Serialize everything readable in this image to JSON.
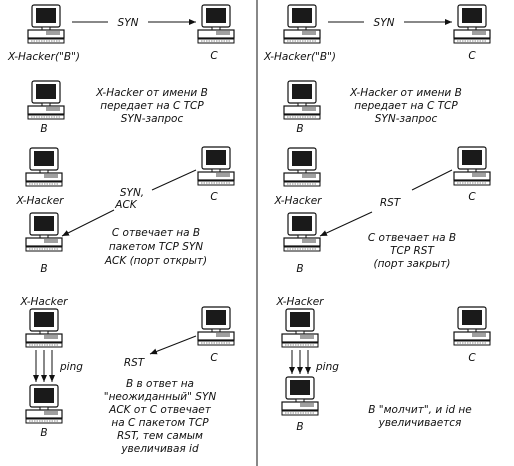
{
  "panel_top_left": {
    "syn": "SYN",
    "xhacker": "X-Hacker(\"B\")",
    "c": "C",
    "b": "B",
    "desc": [
      "X-Hacker от имени B",
      "передает на С ТСР",
      "SYN-запрос"
    ]
  },
  "panel_top_right": {
    "syn": "SYN",
    "xhacker": "X-Hacker(\"B\")",
    "c": "C",
    "b": "B",
    "desc": [
      "X-Hacker от имени B",
      "передает на С ТСР",
      "SYN-запрос"
    ]
  },
  "panel_mid_left": {
    "xhacker": "X-Hacker",
    "c": "C",
    "b": "B",
    "synack": [
      "SYN,",
      "ACK"
    ],
    "desc": [
      "С отвечает на В",
      "пакетом ТСР SYN",
      "ACK (порт открыт)"
    ]
  },
  "panel_mid_right": {
    "xhacker": "X-Hacker",
    "c": "C",
    "b": "B",
    "rst": "RST",
    "desc": [
      "С отвечает на В",
      "ТСР RST",
      "(порт закрыт)"
    ]
  },
  "panel_bot_left": {
    "xhacker": "X-Hacker",
    "c": "C",
    "b": "B",
    "ping": "ping",
    "rst": "RST",
    "desc": [
      "В в ответ на",
      "\"неожиданный\" SYN",
      "ACK от С отвечает",
      "на С пакетом ТСР",
      "RST, тем самым",
      "увеличивая id"
    ]
  },
  "panel_bot_right": {
    "xhacker": "X-Hacker",
    "c": "C",
    "b": "B",
    "ping": "ping",
    "desc": [
      "В \"молчит\", и id не",
      "увеличивается"
    ]
  }
}
